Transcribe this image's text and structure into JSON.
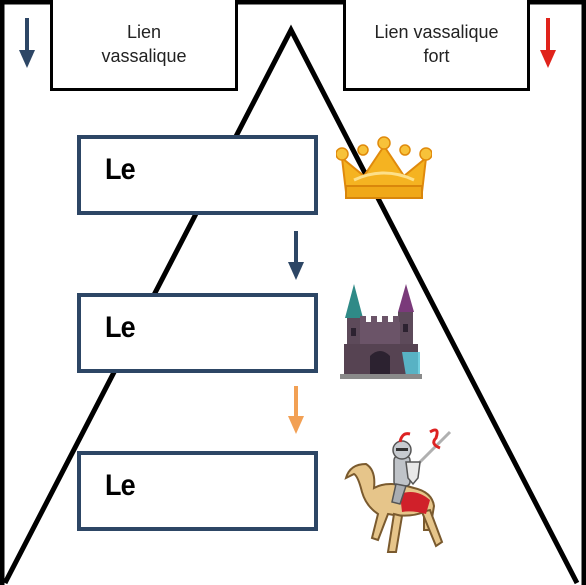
{
  "legend": {
    "left_label": "Lien vassalique",
    "right_label": "Lien vassalique fort"
  },
  "tiers": [
    {
      "text": "Le",
      "icon": "crown-icon"
    },
    {
      "text": "Le",
      "icon": "castle-icon"
    },
    {
      "text": "Le",
      "icon": "knight-icon"
    }
  ],
  "colors": {
    "arrow_weak": "#2d4665",
    "arrow_strong": "#e0231b",
    "arrow_mid": "#f2a054",
    "box_border": "#2d4665"
  }
}
